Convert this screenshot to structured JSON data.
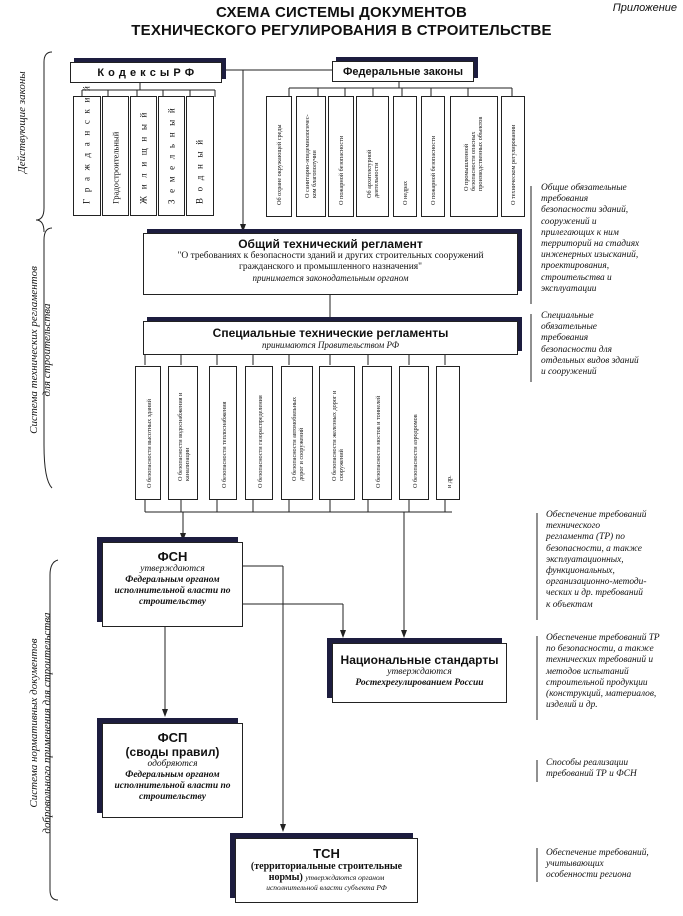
{
  "appendix": "Приложение",
  "title": {
    "line1": "СХЕМА СИСТЕМЫ ДОКУМЕНТОВ",
    "line2": "ТЕХНИЧЕСКОГО РЕГУЛИРОВАНИЯ В СТРОИТЕЛЬСТВЕ"
  },
  "sections": {
    "laws": "Действующие законы",
    "regulations_line1": "Система технических регламентов",
    "regulations_line2": "для строительства",
    "voluntary_line1": "Система нормативных документов",
    "voluntary_line2": "добровольного применения для строительства"
  },
  "codes": {
    "header": "К о д е к с ы  Р Ф",
    "items": [
      "Г р а ж д а н с к и й",
      "Градостроительный",
      "Ж и л и щ н ы й",
      "З е м е л ь н ы й",
      "В о д н ы й"
    ]
  },
  "federal_laws": {
    "header": "Федеральные законы",
    "items": [
      "Об охране окружающей среды",
      "О санитарно-эпидемиологичес-\nком благополучии",
      "О пожарной безопасности",
      "Об архитектурной\nдеятельности",
      "О недрах",
      "О пожарной безопасности",
      "О промышленной\nбезопасности опасных\nпроизводственных объектов",
      "О техническом регулировании"
    ]
  },
  "general_regulation": {
    "title": "Общий технический регламент",
    "subtitle": "\"О требованиях к безопасности зданий и других строительных сооружений гражданского и промышленного назначения\"",
    "note": "принимается законодательным органом"
  },
  "special_regulations": {
    "title": "Специальные технические регламенты",
    "note": "принимаются Правительством РФ",
    "items": [
      "О безопасности высотных зданий",
      "О безопасности водоснабжения и\nканализации",
      "О безопасности теплоснабжения",
      "О безопасности газораспределения",
      "О безопасности автомобильных\nдорог и сооружений",
      "О безопасности железных дорог и\nсооружений",
      "О безопасности мостов и тоннелей",
      "О безопасности аэродромов",
      "и др."
    ]
  },
  "fsn": {
    "title": "ФСН",
    "line1": "утверждаются",
    "line2": "Федеральным органом",
    "line3": "исполнительной власти по",
    "line4": "строительству"
  },
  "national_standards": {
    "title": "Национальные стандарты",
    "line1": "утверждаются",
    "line2": "Ростехрегулированием России"
  },
  "fsp": {
    "title": "ФСП",
    "subtitle": "(своды правил)",
    "line1": "одобряются",
    "line2": "Федеральным органом",
    "line3": "исполнительной власти по",
    "line4": "строительству"
  },
  "tsn": {
    "title": "ТСН",
    "subtitle": "(территориальные строительные",
    "subtitle2": "нормы)",
    "note": "утверждаются органом",
    "note2": "исполнительной власти субъекта РФ"
  },
  "notes": {
    "n1": "Общие обязательные\nтребования\nбезопасности зданий,\nсооружений и\nприлегающих к ним\nтерриторий на стадиях\nинженерных изысканий,\nпроектирования,\nстроительства и\nэксплуатации",
    "n2": "Специальные\nобязательные\nтребования\nбезопасности для\nотдельных видов зданий\nи сооружений",
    "n3": "Обеспечение требований\nтехнического\nрегламента (ТР) по\nбезопасности, а также\nэксплуатационных,\nфункциональных,\nорганизационно-методи-\nческих и др. требований\nк объектам",
    "n4": "Обеспечение требований ТР\nпо безопасности, а также\nтехнических требований и\nметодов испытаний\nстроительной продукции\n(конструкций, материалов,\nизделий и др.",
    "n5": "Способы реализации\nтребований  ТР и ФСН",
    "n6": "Обеспечение требований,\nучитывающих\nособенности региона"
  },
  "colors": {
    "shadow": "#1d1d3f",
    "line": "#222222"
  }
}
